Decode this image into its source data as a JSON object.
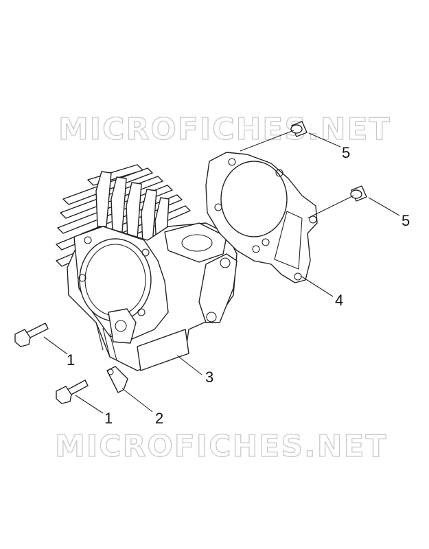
{
  "watermark": {
    "top": "MICROFICHES.NET",
    "bottom": "MICROFICHES.NET"
  },
  "callouts": [
    {
      "id": "bolt-a",
      "label": "1"
    },
    {
      "id": "bolt-b",
      "label": "1"
    },
    {
      "id": "clip",
      "label": "2"
    },
    {
      "id": "cylinder",
      "label": "3"
    },
    {
      "id": "gasket",
      "label": "4"
    },
    {
      "id": "dowel-a",
      "label": "5"
    },
    {
      "id": "dowel-b",
      "label": "5"
    }
  ]
}
